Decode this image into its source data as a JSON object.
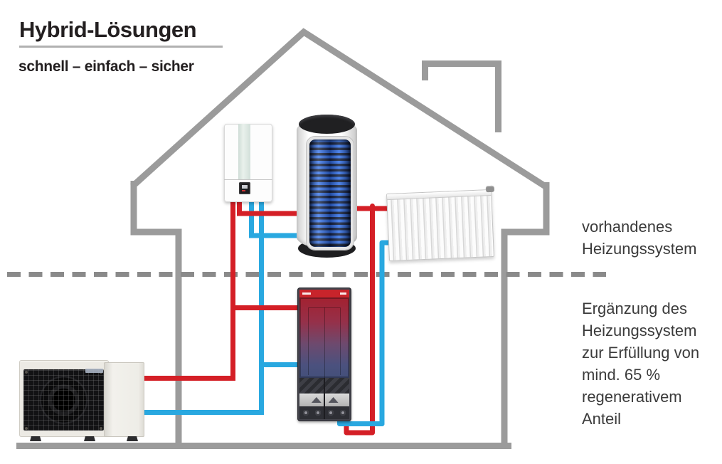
{
  "header": {
    "title": "Hybrid-Lösungen",
    "subtitle": "schnell – einfach – sicher"
  },
  "annotations": {
    "upper_zone": "vorhandenes\nHeizungssystem",
    "lower_zone": "Ergänzung des\nHeizungssystem\nzur Erfüllung von\nmind. 65 %\nregenerativem\nAnteil"
  },
  "equipment_icons": {
    "boiler": "wall-mounted-boiler",
    "tank": "hot-water-storage-tank",
    "radiator": "panel-radiator",
    "indoor_unit": "hybrid-indoor-unit",
    "outdoor_unit": "heat-pump-outdoor-unit"
  },
  "colors": {
    "pipe_hot": "#d41f26",
    "pipe_cold": "#29a8e0",
    "house": "#9b9b9b",
    "dashed": "#8a8a8a",
    "ground": "#9b9b9b",
    "coil": "#3472e8",
    "unit_red": "#c8242b",
    "text": "#3b3b3b",
    "title": "#231f20"
  }
}
